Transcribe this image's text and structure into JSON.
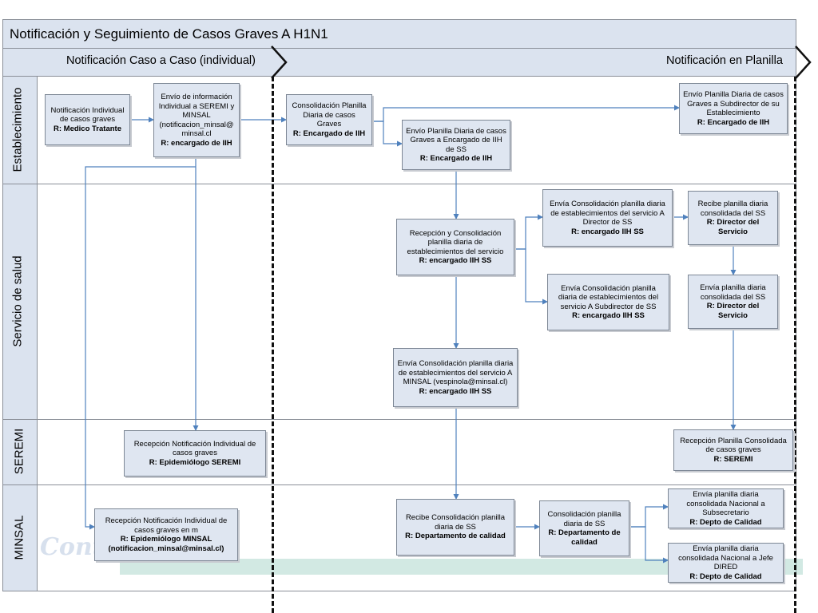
{
  "title": "Notificación y Seguimiento de Casos Graves A H1N1",
  "phases": {
    "individual": "Notificación Caso a Caso (individual)",
    "planilla": "Notificación en Planilla"
  },
  "lanes": [
    "Establecimiento",
    "Servicio de salud",
    "SEREMI",
    "MINSAL"
  ],
  "logo_text": "Contigo salud",
  "colors": {
    "node_fill": "#dfe6f1",
    "header_fill": "#dbe3ef",
    "arrow": "#4f81bd"
  },
  "nodes": [
    {
      "id": "n1",
      "text": "Notificación Individual de casos graves",
      "resp": "R: Medico Tratante"
    },
    {
      "id": "n2",
      "text": "Envío de información Individual a SEREMI y MINSAL (notificacion_minsal@ minsal.cl",
      "resp": "R: encargado de IIH"
    },
    {
      "id": "n3",
      "text": "Consolidación Planilla Diaria de casos Graves",
      "resp": "R: Encargado de IIH"
    },
    {
      "id": "n4",
      "text": "Envío Planilla Diaria de casos Graves a Encargado de IIH de SS",
      "resp": "R: Encargado de IIH"
    },
    {
      "id": "n5",
      "text": "Envío Planilla Diaria de casos Graves a Subdirector de su Establecimiento",
      "resp": "R: Encargado de IIH"
    },
    {
      "id": "n6",
      "text": "Recepción y Consolidación planilla diaria de establecimientos del servicio",
      "resp": "R: encargado IIH SS"
    },
    {
      "id": "n7",
      "text": "Envía Consolidación planilla diaria de establecimientos del servicio A Director de SS",
      "resp": "R: encargado IIH SS"
    },
    {
      "id": "n8",
      "text": "Envía Consolidación planilla diaria de establecimientos del servicio A Subdirector de SS",
      "resp": "R: encargado IIH SS"
    },
    {
      "id": "n9",
      "text": "Recibe planilla diaria consolidada del SS",
      "resp": "R: Director del Servicio"
    },
    {
      "id": "n10",
      "text": "Envía planilla diaria consolidada del SS",
      "resp": "R: Director del Servicio"
    },
    {
      "id": "n11",
      "text": "Envía Consolidación planilla diaria de establecimientos del servicio A MINSAL (vespinola@minsal.cl)",
      "resp": "R: encargado IIH SS"
    },
    {
      "id": "n12",
      "text": "Recepción Notificación Individual de casos graves",
      "resp": "R: Epidemiólogo SEREMI"
    },
    {
      "id": "n13",
      "text": "Recepción Planilla Consolidada de casos graves",
      "resp": "R: SEREMI"
    },
    {
      "id": "n14",
      "text": "Recepción Notificación Individual de casos graves en m",
      "resp": "R: Epidemiólogo MINSAL (notificacion_minsal@minsal.cl)"
    },
    {
      "id": "n15",
      "text": "Recibe Consolidación planilla diaria de SS",
      "resp": "R: Departamento de calidad"
    },
    {
      "id": "n16",
      "text": "Consolidación planilla diaria de SS",
      "resp": "R: Departamento de calidad"
    },
    {
      "id": "n17",
      "text": "Envía planilla diaria consolidada Nacional a Subsecretario",
      "resp": "R: Depto de Calidad"
    },
    {
      "id": "n18",
      "text": "Envía planilla diaria consolidada Nacional a Jefe DIRED",
      "resp": "R: Depto de Calidad"
    }
  ]
}
